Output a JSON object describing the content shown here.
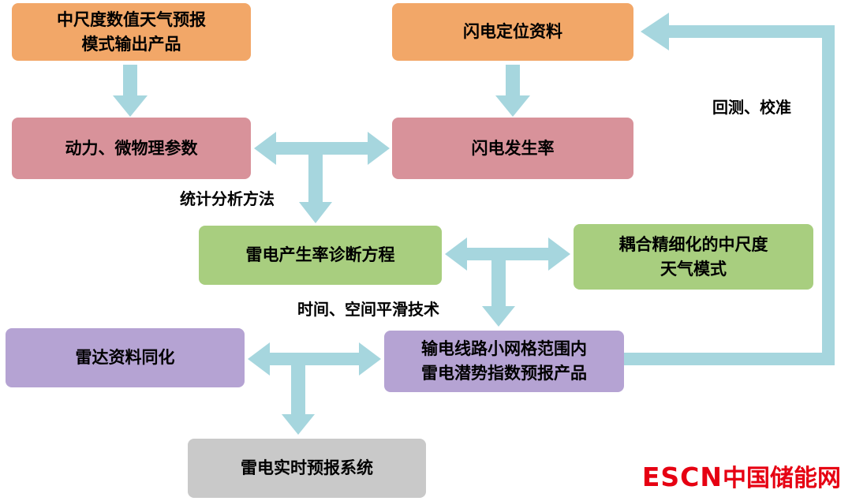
{
  "nodes": {
    "nwp_output": "中尺度数值天气预报\n模式输出产品",
    "lightning_location": "闪电定位资料",
    "dynamics_params": "动力、微物理参数",
    "lightning_rate": "闪电发生率",
    "diagnostic_equation": "雷电产生率诊断方程",
    "coupled_model": "耦合精细化的中尺度\n天气模式",
    "radar_assimilation": "雷达资料同化",
    "potential_index": "输电线路小网格范围内\n雷电潜势指数预报产品",
    "realtime_system": "雷电实时预报系统"
  },
  "edge_labels": {
    "statistical_method": "统计分析方法",
    "smoothing_tech": "时间、空间平滑技术",
    "backtest_calibration": "回测、校准"
  },
  "watermark": {
    "brand": "ESCN",
    "site": "中国储能网"
  },
  "colors": {
    "orange_box": "#F2A768",
    "pink_box": "#D8929A",
    "green_box": "#A8CE7F",
    "purple_box": "#B5A3D3",
    "gray_box": "#C9C9C9",
    "arrow": "#A6D6DE",
    "watermark_red": "#E60012"
  }
}
